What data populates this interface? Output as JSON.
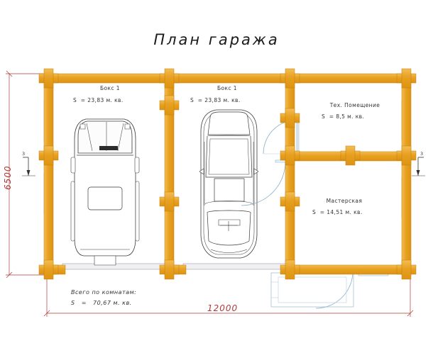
{
  "document": {
    "title": "План гаража",
    "type": "floor-plan",
    "units": "мм"
  },
  "rooms": [
    {
      "id": "boks-1",
      "name": "Бокс 1",
      "area_label": "S  = 23,83 м. кв.",
      "area": 23.83
    },
    {
      "id": "boks-2",
      "name": "Бокс 1",
      "area_label": "S  = 23,83 м. кв.",
      "area": 23.83
    },
    {
      "id": "teh-pomeschenie",
      "name": "Тех. Помещение",
      "area_label": "S  = 8,5 м. кв.",
      "area": 8.5
    },
    {
      "id": "masterskaya",
      "name": "Мастерская",
      "area_label": "S  = 14,51 м. кв.",
      "area": 14.51
    }
  ],
  "totals": {
    "caption": "Всего по комнатам:",
    "area_label": "S   =   70,67 м. кв.",
    "area": 70.67
  },
  "dimensions": {
    "width": "12000",
    "height": "6500"
  },
  "section_markers": [
    {
      "id": "section-left",
      "label": "3"
    },
    {
      "id": "section-right",
      "label": "3"
    }
  ],
  "colors": {
    "wall": "#e8a020",
    "wall_light": "#f5c158",
    "window": "#bcd8e8",
    "dimension": "#b03a3a",
    "line": "#333333",
    "door_arc": "#7fa8c0"
  }
}
